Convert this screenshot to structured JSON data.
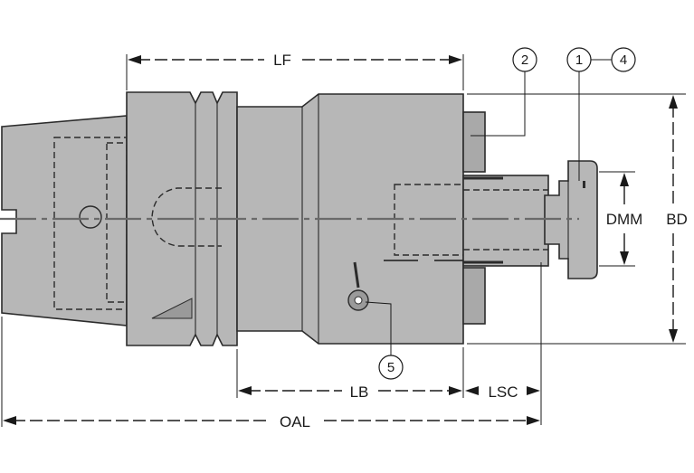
{
  "dimensions": {
    "lf": "LF",
    "lb": "LB",
    "lsc": "LSC",
    "oal": "OAL",
    "dmm": "DMM",
    "bd": "BD"
  },
  "callouts": {
    "c1": "1",
    "c2": "2",
    "c4": "4",
    "c5": "5"
  },
  "colors": {
    "body_fill": "#b7b7b7",
    "outline": "#2b2b2b"
  }
}
